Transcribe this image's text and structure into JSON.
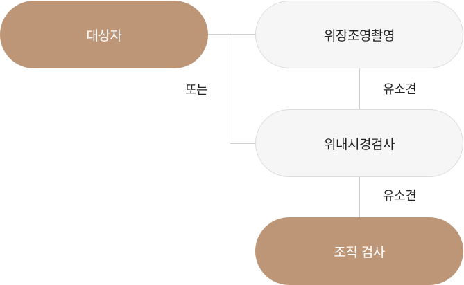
{
  "nodes": {
    "subject": "대상자",
    "endoscopy_imaging": "위장조영촬영",
    "gastroscopy": "위내시경검사",
    "tissue_exam": "조직 검사"
  },
  "edges": {
    "or_label": "또는",
    "finding_label_1": "유소견",
    "finding_label_2": "유소견"
  },
  "colors": {
    "filled_node": "#bd9577",
    "outline_node_bg": "#f6f6f6",
    "outline_node_border": "#dcdcdc",
    "connector": "#cfcfcf"
  }
}
